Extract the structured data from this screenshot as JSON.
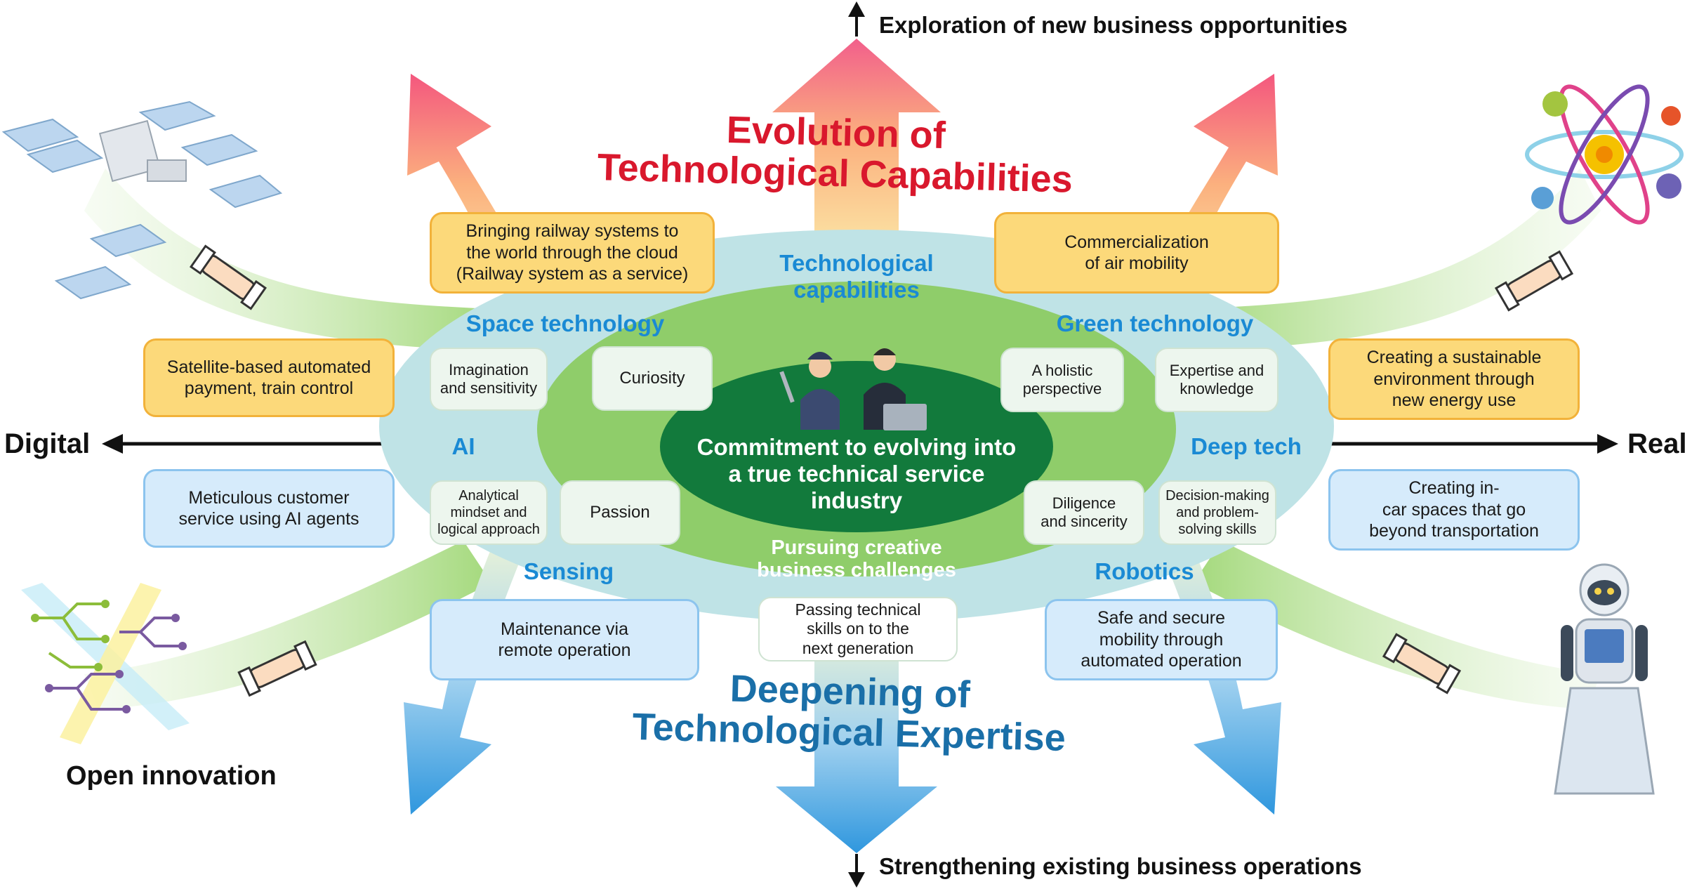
{
  "axes": {
    "top": "Exploration of new business opportunities",
    "bottom": "Strengthening existing business operations",
    "left": "Digital",
    "right": "Real"
  },
  "headline_top": "Evolution of\nTechnological Capabilities",
  "headline_bottom": "Deepening of\nTechnological Expertise",
  "outer_ring_title": "Technological\ncapabilities",
  "technologies": {
    "space": "Space technology",
    "green": "Green technology",
    "ai": "AI",
    "deep": "Deep tech",
    "sensing": "Sensing",
    "robotics": "Robotics"
  },
  "mindsets": {
    "imagination": "Imagination\nand sensitivity",
    "curiosity": "Curiosity",
    "holistic": "A holistic\nperspective",
    "expertise": "Expertise and\nknowledge",
    "analytical": "Analytical\nmindset and\nlogical approach",
    "passion": "Passion",
    "diligence": "Diligence\nand sincerity",
    "decision": "Decision-making\nand problem-\nsolving skills"
  },
  "center_text": "Commitment to evolving into\na true technical service\nindustry",
  "inner_ring_text": "Pursuing creative\nbusiness challenges",
  "passing_skills": "Passing technical\nskills on to the\nnext generation",
  "initiatives": {
    "railway_cloud": "Bringing railway systems to\nthe world through the cloud\n(Railway system as a service)",
    "air_mobility": "Commercialization\nof air mobility",
    "satellite": "Satellite-based automated\npayment, train control",
    "energy": "Creating a sustainable\nenvironment through\nnew energy use",
    "ai_agents": "Meticulous customer\nservice using AI agents",
    "in_car": "Creating in-\ncar spaces that go\nbeyond transportation",
    "maintenance": "Maintenance via\nremote operation",
    "safe_mobility": "Safe and secure\nmobility through\nautomated operation"
  },
  "open_innovation": "Open innovation",
  "colors": {
    "red_headline": "#d9182d",
    "blue_headline": "#1a6fa8",
    "tech_label": "#1a8ad4",
    "outer_ellipse": "#bfe3e6",
    "mid_ellipse": "#8fcd6a",
    "core_ellipse": "#127a3c",
    "yellow_box": "#fcd97a",
    "blue_box": "#d6ebfb"
  },
  "icons": [
    "space-station-icon",
    "atom-icon",
    "network-circuit-icon",
    "robot-icon",
    "handshake-icon",
    "engineer-icon",
    "businessperson-icon"
  ]
}
